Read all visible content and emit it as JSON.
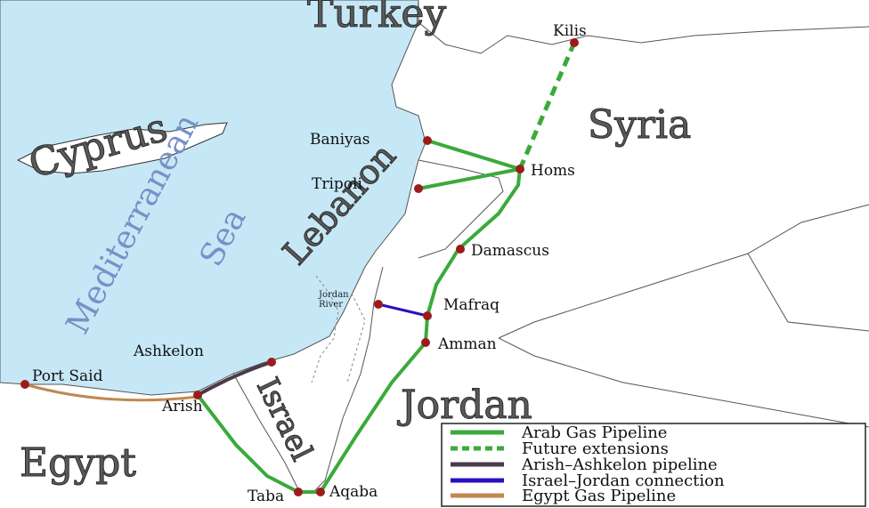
{
  "map": {
    "countries": {
      "turkey": "Turkey",
      "syria": "Syria",
      "cyprus": "Cyprus",
      "lebanon": "Lebanon",
      "israel": "Israel",
      "jordan": "Jordan",
      "egypt": "Egypt"
    },
    "sea": {
      "line1": "Mediterranean",
      "line2": "Sea"
    },
    "river": {
      "line1": "Jordan",
      "line2": "River"
    },
    "cities": {
      "kilis": "Kilis",
      "baniyas": "Baniyas",
      "homs": "Homs",
      "tripoli": "Tripoli",
      "damascus": "Damascus",
      "mafraq": "Mafraq",
      "amman": "Amman",
      "ashkelon": "Ashkelon",
      "port_said": "Port  Said",
      "arish": "Arish",
      "taba": "Taba",
      "aqaba": "Aqaba"
    }
  },
  "legend": {
    "items": [
      {
        "label": "Arab Gas Pipeline",
        "color": "#3aaa3a",
        "style": "solid"
      },
      {
        "label": "Future extensions",
        "color": "#3aaa3a",
        "style": "dotted"
      },
      {
        "label": "Arish–Ashkelon pipeline",
        "color": "#4a3a48",
        "style": "solid"
      },
      {
        "label": "Israel–Jordan connection",
        "color": "#2a10c0",
        "style": "solid"
      },
      {
        "label": "Egypt Gas Pipeline",
        "color": "#c08850",
        "style": "solid"
      }
    ]
  },
  "colors": {
    "sea": "#c6e8f6",
    "land": "#ffffff",
    "arab_pipeline": "#3aaa3a",
    "arish_ashkelon": "#4a3a48",
    "israel_jordan": "#2a10c0",
    "egypt_pipeline": "#c08850",
    "city_dot": "#9b1c1c"
  }
}
